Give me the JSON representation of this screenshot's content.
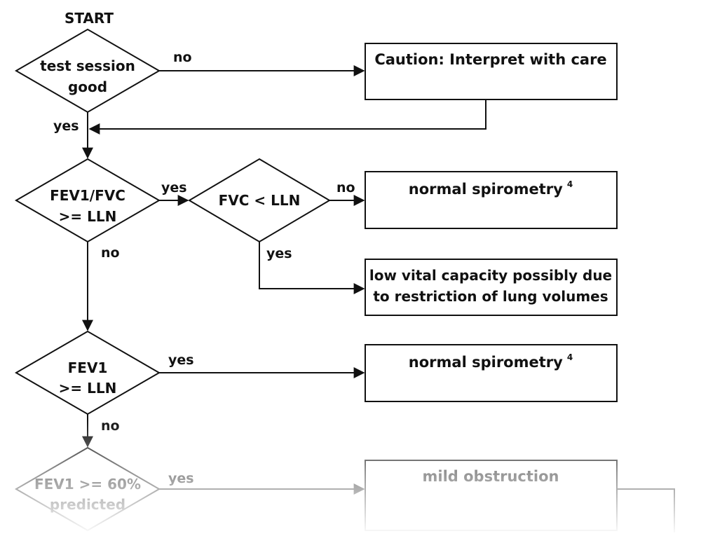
{
  "start": "START",
  "decisions": {
    "test_session": [
      "test session",
      "good"
    ],
    "fev1_fvc": [
      "FEV1/FVC",
      ">= LLN"
    ],
    "fvc": [
      "FVC < LLN"
    ],
    "fev1": [
      "FEV1",
      ">= LLN"
    ],
    "fev1_60": [
      "FEV1 >= 60%",
      "predicted"
    ]
  },
  "outcomes": {
    "caution": [
      "Caution: Interpret with care"
    ],
    "normal_1": [
      "normal spirometry"
    ],
    "normal_1_note": "4",
    "low_vc": [
      "low vital capacity possibly due",
      "to restriction of lung volumes"
    ],
    "normal_2": [
      "normal spirometry"
    ],
    "normal_2_note": "4",
    "mild": [
      "mild obstruction"
    ]
  },
  "edge_labels": {
    "yes": "yes",
    "no": "no"
  }
}
